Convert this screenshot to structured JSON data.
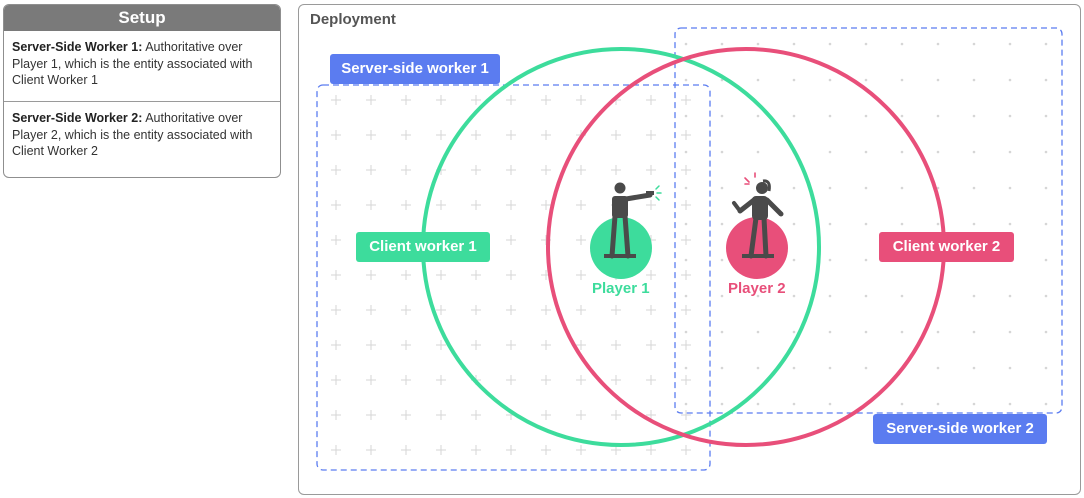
{
  "setup": {
    "title": "Setup",
    "entries": [
      {
        "title": "Server-Side Worker 1:",
        "text": "Authoritative over Player 1, which is the entity associated with Client Worker 1"
      },
      {
        "title": "Server-Side Worker 2:",
        "text": "Authoritative over Player 2, which is the entity associated with Client Worker 2"
      }
    ]
  },
  "deployment": {
    "title": "Deployment",
    "server_worker_1": "Server-side worker 1",
    "server_worker_2": "Server-side worker 2",
    "client_worker_1": "Client worker 1",
    "client_worker_2": "Client worker 2",
    "player_1": "Player 1",
    "player_2": "Player 2"
  },
  "colors": {
    "green": "#3ddc9c",
    "pink": "#e84f7a",
    "blue": "#5b7cf0",
    "figure": "#4a4a4a",
    "grid_mark": "#d6d6d6"
  }
}
